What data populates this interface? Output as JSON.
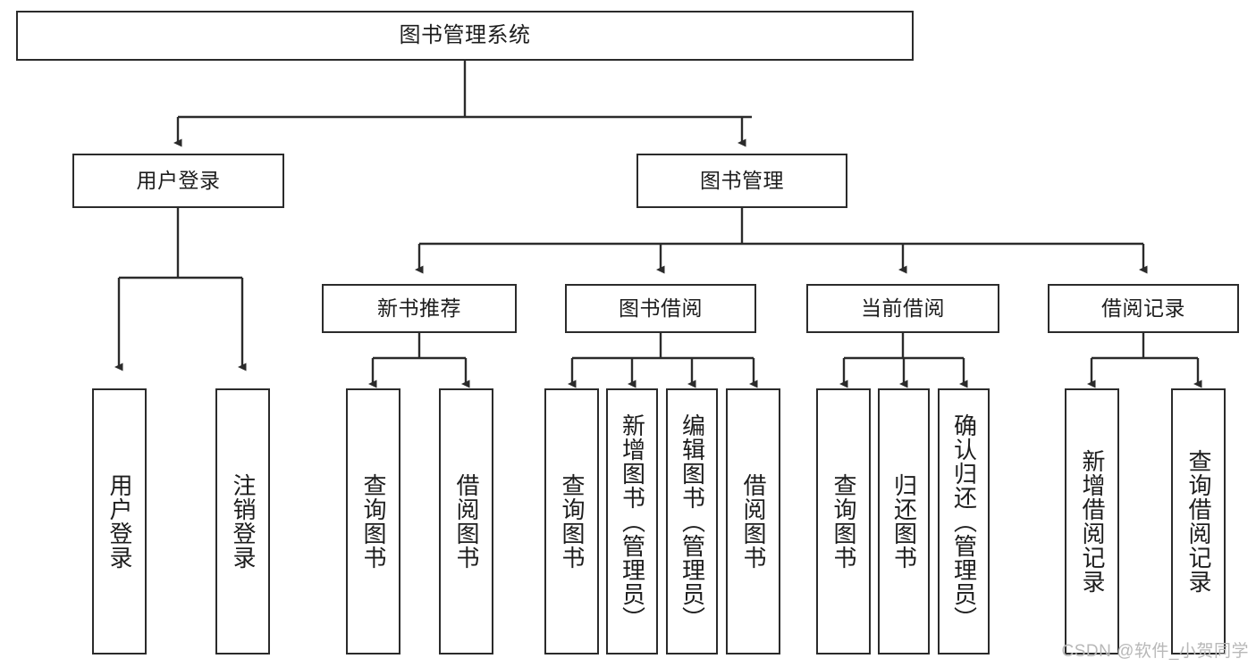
{
  "diagram": {
    "title": "图书管理系统",
    "type": "tree-hierarchy-diagram",
    "watermark": "CSDN @软件_小贺同学",
    "colors": {
      "background": "#ffffff",
      "box_border": "#2b2b2b",
      "box_fill": "#ffffff",
      "text": "#1d1d1d",
      "edge": "#2b2b2b",
      "watermark": "#b8b8b8"
    },
    "nodes": {
      "root": {
        "label": "图书管理系统"
      },
      "level2": [
        {
          "label": "用户登录"
        },
        {
          "label": "图书管理"
        }
      ],
      "level3": [
        {
          "label": "新书推荐"
        },
        {
          "label": "图书借阅"
        },
        {
          "label": "当前借阅"
        },
        {
          "label": "借阅记录"
        }
      ],
      "leaves_user_login": [
        {
          "label": "用户登录"
        },
        {
          "label": "注销登录"
        }
      ],
      "leaves_new_book": [
        {
          "label": "查询图书"
        },
        {
          "label": "借阅图书"
        }
      ],
      "leaves_borrow": [
        {
          "label": "查询图书"
        },
        {
          "label": "新增图书（管理员）"
        },
        {
          "label": "编辑图书（管理员）"
        },
        {
          "label": "借阅图书"
        }
      ],
      "leaves_current": [
        {
          "label": "查询图书"
        },
        {
          "label": "归还图书"
        },
        {
          "label": "确认归还（管理员）"
        }
      ],
      "leaves_record": [
        {
          "label": "新增借阅记录"
        },
        {
          "label": "查询借阅记录"
        }
      ]
    }
  }
}
